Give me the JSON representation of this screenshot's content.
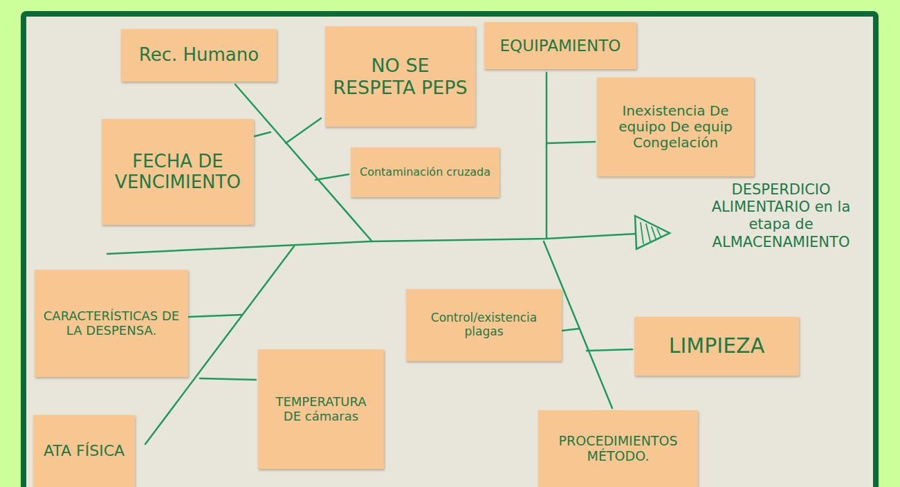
{
  "diagram": {
    "nodes": [
      {
        "text": [
          "Rec. Humano"
        ]
      },
      {
        "text": [
          "NO SE RESPETA PEPS"
        ]
      },
      {
        "text": [
          "EQUIPAMIENTO"
        ]
      },
      {
        "text": [
          "FECHA DE VENCIMIENTO"
        ]
      },
      {
        "text": [
          "Contaminación cruzada"
        ]
      },
      {
        "text": [
          "Inexistencia De equipo De equip Congelación"
        ]
      },
      {
        "text": [
          "CARACTERÍSTICAS DE LA DESPENSA."
        ]
      },
      {
        "text": [
          "Control/existencia plagas"
        ]
      },
      {
        "text": [
          "LIMPIEZA"
        ]
      },
      {
        "text": [
          "TEMPERATURA DE cámaras"
        ]
      },
      {
        "text": [
          "PROCEDIMIENTOS MÉTODO."
        ]
      },
      {
        "text": [
          "ATA FÍSICA"
        ]
      }
    ],
    "labels": [
      "DESPERDICIO ALIMENTARIO en la etapa de ALMACENAMIENTO"
    ]
  }
}
